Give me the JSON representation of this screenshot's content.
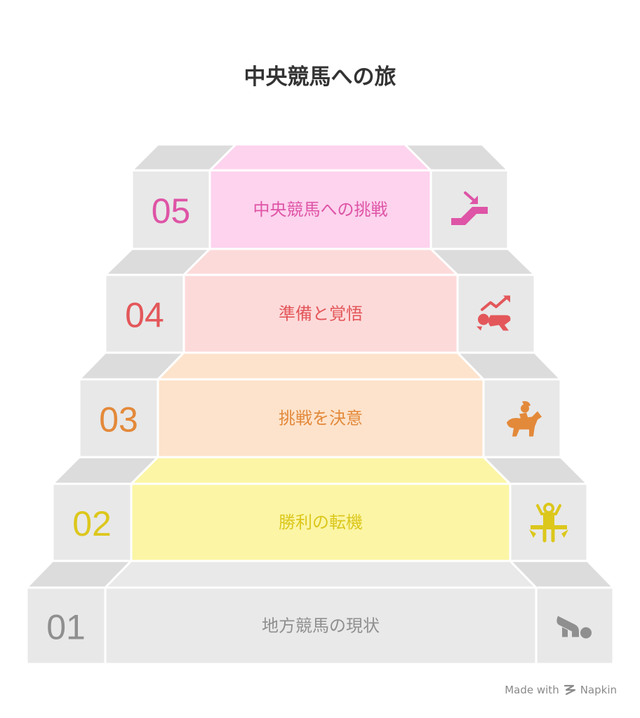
{
  "title": "中央競馬への旅",
  "steps": [
    {
      "number": "01",
      "label": "地方競馬の現状",
      "icon": "person-collapsed-icon",
      "color": "#8f8f8f",
      "fill": "#e9e9e9"
    },
    {
      "number": "02",
      "label": "勝利の転機",
      "icon": "finish-line-winner-icon",
      "color": "#dcc71c",
      "fill": "#fbf5a5"
    },
    {
      "number": "03",
      "label": "挑戦を決意",
      "icon": "jockey-horse-icon",
      "color": "#e3893a",
      "fill": "#fde3cc"
    },
    {
      "number": "04",
      "label": "準備と覚悟",
      "icon": "training-trend-icon",
      "color": "#e3575a",
      "fill": "#fddada"
    },
    {
      "number": "05",
      "label": "中央競馬への挑戦",
      "icon": "escalator-down-icon",
      "color": "#de54a6",
      "fill": "#fdd3ee"
    }
  ],
  "footer": {
    "made_with": "Made with",
    "brand": "Napkin"
  }
}
